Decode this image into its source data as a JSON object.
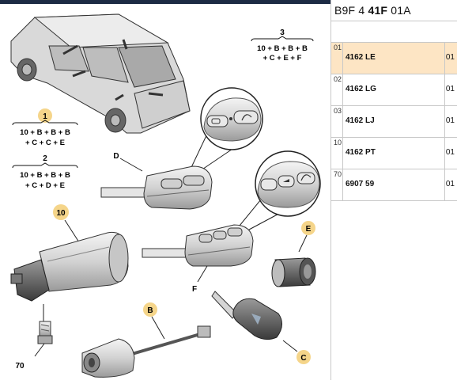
{
  "header": {
    "prefix": "B9F 4 ",
    "bold": "41F",
    "suffix": " 01A"
  },
  "diagram": {
    "group1": {
      "label": "1",
      "line1": "10 + B + B + B",
      "line2": "+ C + C + E"
    },
    "group2": {
      "label": "2",
      "line1": "10 + B + B + B",
      "line2": "+ C + D + E"
    },
    "group3": {
      "label": "3",
      "line1": "10 + B + B + B",
      "line2": "+ C + E + F"
    },
    "callouts": {
      "c10": "10",
      "cB": "B",
      "cC": "C",
      "cD": "D",
      "cE": "E",
      "cF": "F",
      "c70": "70"
    },
    "colors": {
      "badge": "#f5d58a",
      "accent": "#1c2b44",
      "selected": "#fde5c4"
    }
  },
  "parts": [
    {
      "index": "01",
      "ref": "4162 LE",
      "qty": "01",
      "selected": true
    },
    {
      "index": "02",
      "ref": "4162 LG",
      "qty": "01",
      "selected": false
    },
    {
      "index": "03",
      "ref": "4162 LJ",
      "qty": "01",
      "selected": false
    },
    {
      "index": "10",
      "ref": "4162 PT",
      "qty": "01",
      "selected": false
    },
    {
      "index": "70",
      "ref": "6907 59",
      "qty": "01",
      "selected": false
    }
  ]
}
